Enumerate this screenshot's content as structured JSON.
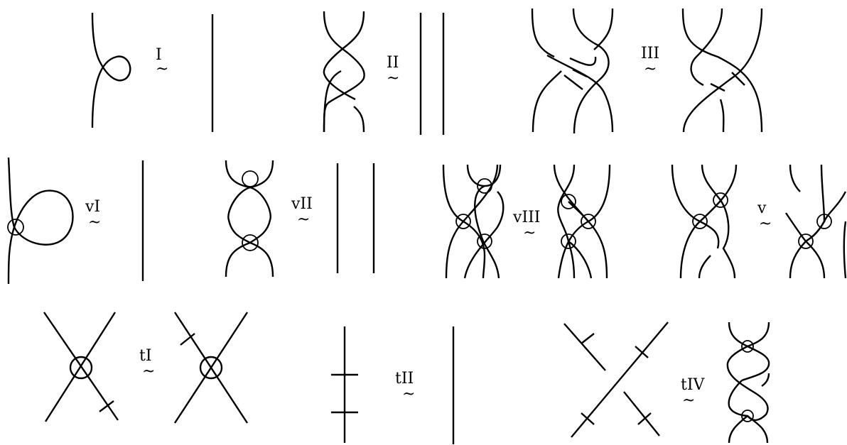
{
  "moves": [
    {
      "id": "I",
      "label": "I",
      "relation": "~"
    },
    {
      "id": "II",
      "label": "II",
      "relation": "~"
    },
    {
      "id": "III",
      "label": "III",
      "relation": "~"
    },
    {
      "id": "vI",
      "label": "vI",
      "relation": "~"
    },
    {
      "id": "vII",
      "label": "vII",
      "relation": "~"
    },
    {
      "id": "vIII",
      "label": "vIII",
      "relation": "~"
    },
    {
      "id": "v",
      "label": "v",
      "relation": "~"
    },
    {
      "id": "tI",
      "label": "tI",
      "relation": "~"
    },
    {
      "id": "tII",
      "label": "tII",
      "relation": "~"
    },
    {
      "id": "tIV",
      "label": "tIV",
      "relation": "~"
    }
  ]
}
